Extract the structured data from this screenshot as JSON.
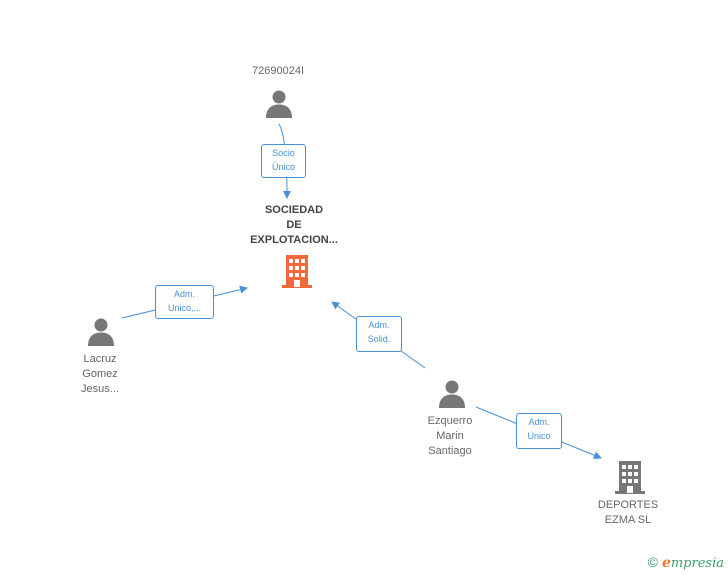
{
  "nodes": {
    "top_person": {
      "label": "72690024I"
    },
    "main_company": {
      "label": "SOCIEDAD\nDE\nEXPLOTACION..."
    },
    "left_person": {
      "label": "Lacruz\nGomez\nJesus..."
    },
    "right_person": {
      "label": "Ezquerro\nMarin\nSantiago"
    },
    "bottom_company": {
      "label": "DEPORTES\nEZMA SL"
    }
  },
  "edges": {
    "socio_unico": {
      "label": "Socio\nÚnico"
    },
    "adm_unico_left": {
      "label": "Adm.\nUnico,..."
    },
    "adm_solid": {
      "label": "Adm.\nSolid."
    },
    "adm_unico_right": {
      "label": "Adm.\nUnico"
    }
  },
  "footer": {
    "copyright": "©",
    "brand_e": "e",
    "brand_rest": "mpresia"
  },
  "colors": {
    "edge": "#4a90d9",
    "person": "#777777",
    "main_company": "#f26a3c",
    "company": "#777777"
  }
}
